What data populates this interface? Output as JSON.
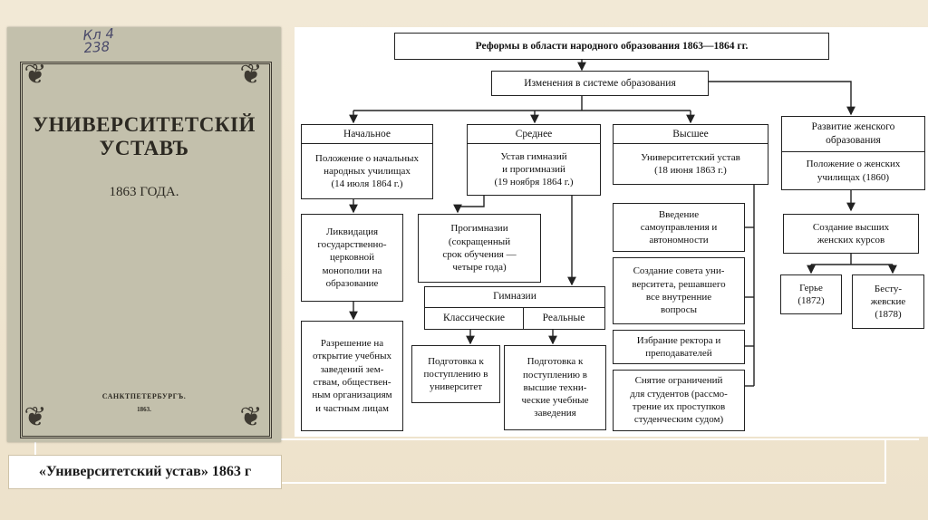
{
  "book": {
    "stamp": "Кл 4\n238",
    "title": "УНИВЕРСИТЕТСКIЙ УСТАВЪ",
    "year": "1863 ГОДА.",
    "city": "САНКТПЕТЕРБУРГЪ.",
    "city_year": "1863."
  },
  "caption": "«Университетский устав» 1863 г",
  "diagram": {
    "title": "Реформы в области народного образования 1863—1864 гг.",
    "changes": "Изменения в системе образования",
    "primary": {
      "header": "Начальное",
      "body": "Положение о начальных\nнародных училищах\n(14 июля 1864 г.)",
      "liquidation": "Ликвидация\nгосударственно-\nцерковной\nмонополии на\nобразование",
      "permission": "Разрешение на\nоткрытие учебных\nзаведений зем-\nствам, обществен-\nным организациям\nи частным лицам"
    },
    "secondary": {
      "header": "Среднее",
      "body": "Устав гимназий\nи прогимназий\n(19 ноября 1864 г.)",
      "progymnasia": "Прогимназии\n(сокращенный\nсрок обучения —\nчетыре года)",
      "gymnasia": "Гимназии",
      "classical": "Классические",
      "real": "Реальные",
      "prep_university": "Подготовка к\nпоступлению в\nуниверситет",
      "prep_technical": "Подготовка к\nпоступлению в\nвысшие техни-\nческие учебные\nзаведения"
    },
    "higher": {
      "header": "Высшее",
      "body": "Университетский устав\n(18 июня 1863 г.)",
      "self_government": "Введение\nсамоуправления и\nавтономности",
      "council": "Создание совета уни-\nверситета, решавшего\nвсе внутренние\nвопросы",
      "election": "Избрание ректора и\nпреподавателей",
      "restrictions": "Снятие ограничений\nдля студентов (рассмо-\nтрение их проступков\nстуденческим судом)"
    },
    "women": {
      "header": "Развитие женского\nобразования",
      "body": "Положение о женских\nучилищах (1860)",
      "courses": "Создание высших\nженских курсов",
      "guerrier": "Герье\n(1872)",
      "bestuzhev": "Бесту-\nжевские\n(1878)"
    }
  }
}
